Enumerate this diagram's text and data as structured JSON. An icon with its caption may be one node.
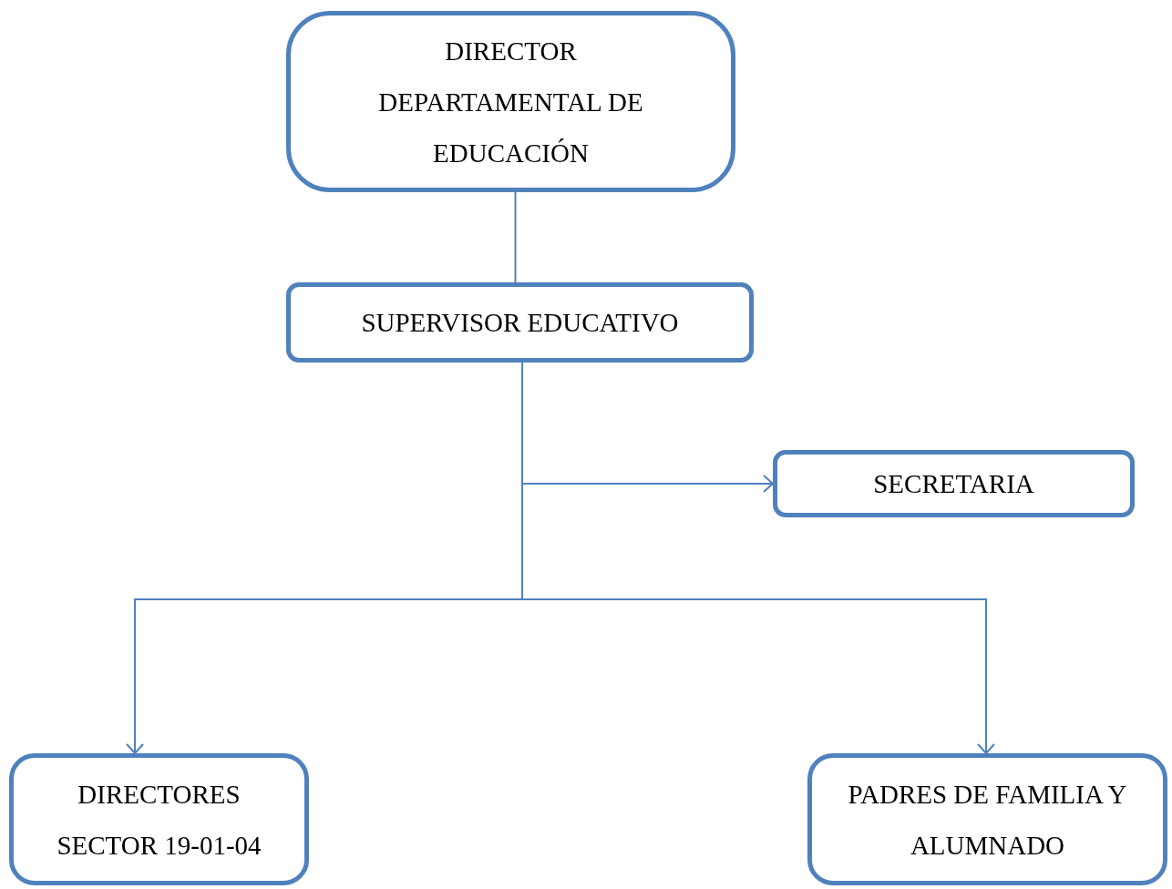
{
  "diagram": {
    "nodes": [
      {
        "text": [
          "DIRECTOR DEPARTAMENTAL DE EDUCACIÓN"
        ]
      },
      {
        "text": [
          "SUPERVISOR EDUCATIVO"
        ]
      },
      {
        "text": [
          "SECRETARIA"
        ]
      },
      {
        "text": [
          "DIRECTORES SECTOR 19-01-04"
        ]
      },
      {
        "text": [
          "PADRES DE FAMILIA Y ALUMNADO"
        ]
      }
    ],
    "edges": [
      {
        "from": 0,
        "to": 1,
        "arrow": "none"
      },
      {
        "from": 1,
        "to": 2,
        "arrow": "to"
      },
      {
        "from": 1,
        "to": 3,
        "arrow": "to"
      },
      {
        "from": 1,
        "to": 4,
        "arrow": "to"
      }
    ]
  }
}
